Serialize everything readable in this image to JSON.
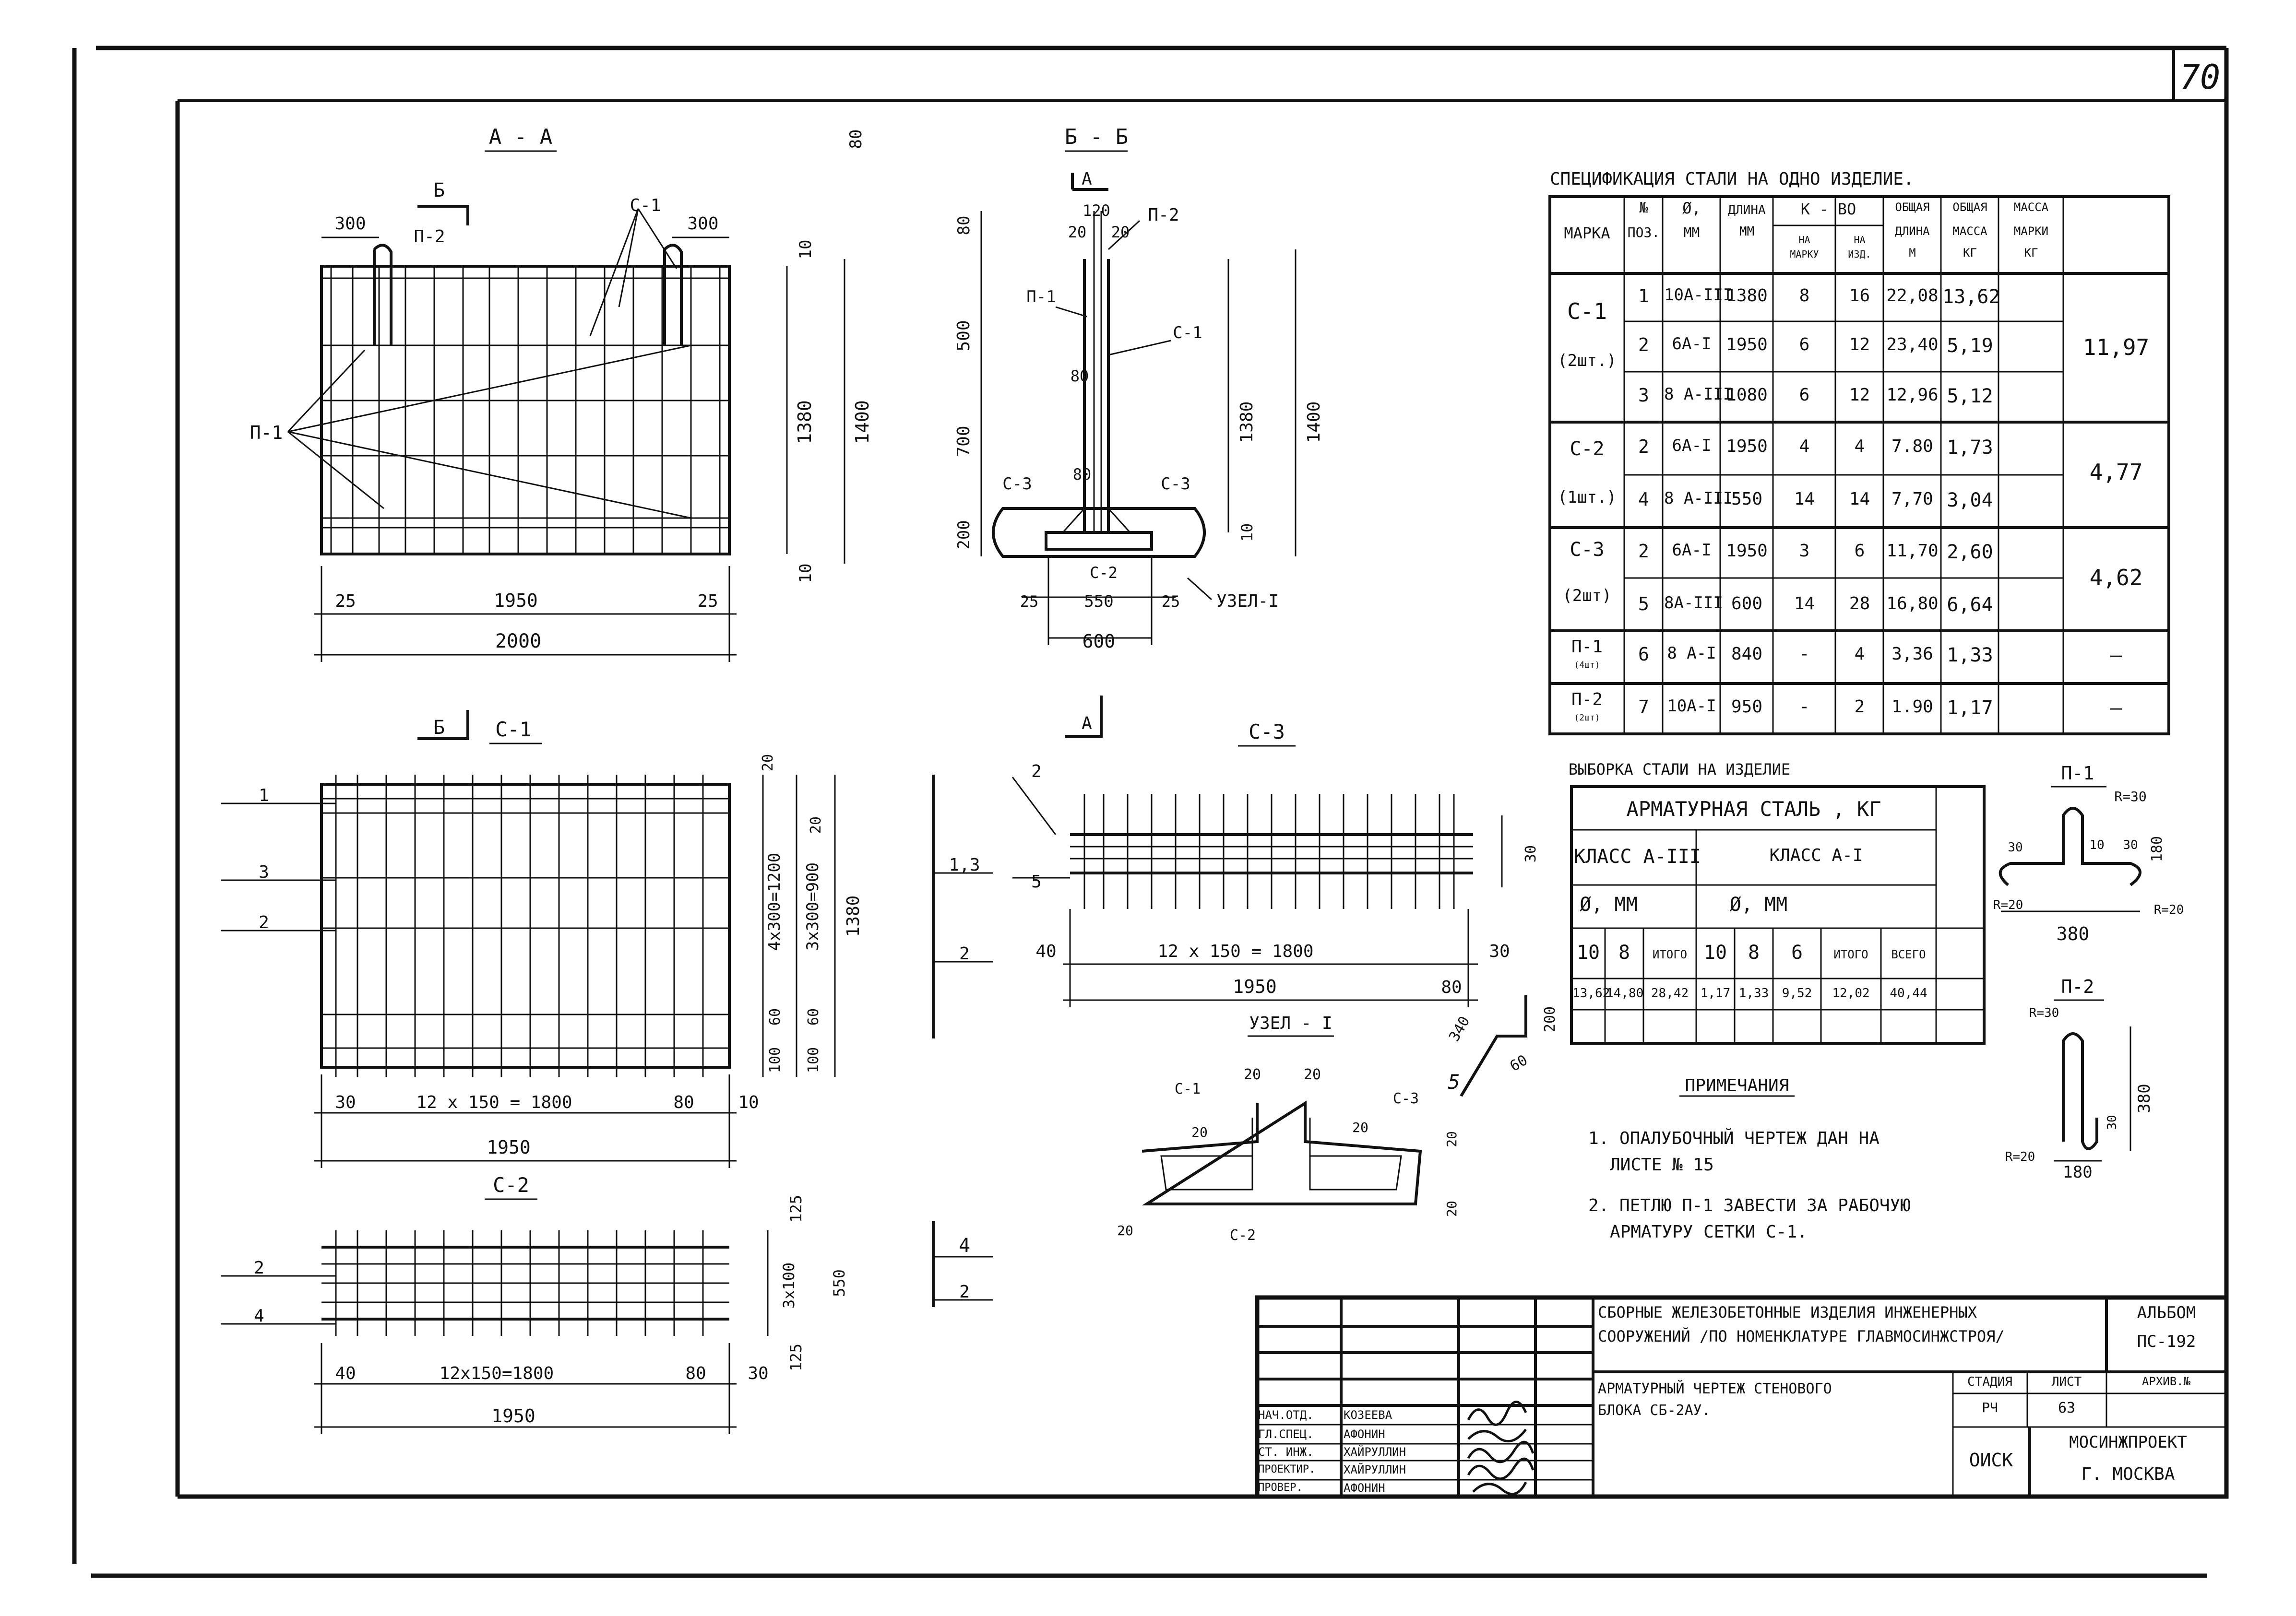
{
  "sheet_number": "70",
  "sections": {
    "aa": "А - А",
    "bb": "Б - Б",
    "c1": "С-1",
    "c2": "С-2",
    "c3": "С-3",
    "node1": "УЗЕЛ - I"
  },
  "section_marks": {
    "b": "Б",
    "a": "А"
  },
  "elements": {
    "c1": "С-1",
    "c2": "С-2",
    "c3": "С-3",
    "p1": "П-1",
    "p2": "П-2",
    "node": "УЗЕЛ-I"
  },
  "dims_aa": {
    "d300a": "300",
    "d300b": "300",
    "d10a": "10",
    "d1380": "1380",
    "d1400": "1400",
    "d10b": "10",
    "d25a": "25",
    "d1950": "1950",
    "d25b": "25",
    "d2000": "2000"
  },
  "dims_bb": {
    "d80": "80",
    "d120": "120",
    "d20a": "20",
    "d20b": "20",
    "d500": "500",
    "d80b": "80",
    "d700": "700",
    "d1380": "1380",
    "d1400": "1400",
    "d80c": "80",
    "d200": "200",
    "d10": "10",
    "d25a": "25",
    "d550": "550",
    "d25b": "25",
    "d600": "600"
  },
  "dims_c1": {
    "n1": "1",
    "n3": "3",
    "n2": "2",
    "d20": "20",
    "d4x300": "4х300=1200",
    "d20b": "20",
    "d3x300": "3х300=900",
    "d1380": "1380",
    "d60a": "60",
    "d60b": "60",
    "d100a": "100",
    "d100b": "100",
    "d30": "30",
    "d12x150": "12 х 150 = 1800",
    "d80": "80",
    "d10": "10",
    "d1950": "1950"
  },
  "dims_c2": {
    "n2": "2",
    "n4": "4",
    "d125a": "125",
    "d3x100": "3х100",
    "d550": "550",
    "d125b": "125",
    "d40": "40",
    "d12x150": "12х150=1800",
    "d80": "80",
    "d30": "30",
    "d1950": "1950"
  },
  "dims_c3": {
    "n2": "2",
    "n5": "5",
    "n13": "1,3",
    "n2b": "2",
    "d30": "30",
    "d40": "40",
    "d12x150": "12 х 150 = 1800",
    "d1950": "1950",
    "d80": "80",
    "d30b": "30",
    "d340": "340",
    "d60": "60",
    "d200": "200",
    "n5b": "5"
  },
  "dims_c2side": {
    "n4": "4",
    "n2": "2"
  },
  "dims_node": {
    "c1": "С-1",
    "d20a": "20",
    "d20b": "20",
    "c3": "С-3",
    "d20c": "20",
    "d20d": "20",
    "d20e": "20",
    "d20f": "20",
    "d20g": "20",
    "c2": "С-2"
  },
  "dims_p1": {
    "r30": "R=30",
    "d30": "30",
    "d10": "10",
    "d30b": "30",
    "d180": "180",
    "r20": "R=20",
    "r20b": "R=20",
    "d380": "380"
  },
  "dims_p2": {
    "r30": "R=30",
    "d30": "30",
    "d380": "380",
    "r20": "R=20",
    "d180": "180"
  },
  "spec": {
    "title": "СПЕЦИФИКАЦИЯ   СТАЛИ   НА ОДНО   ИЗДЕЛИЕ.",
    "headers": {
      "marka": "МАРКА",
      "pos": [
        "№",
        "ПОЗ."
      ],
      "dia": [
        "Ø,",
        "ММ"
      ],
      "length": [
        "ДЛИНА",
        "ММ"
      ],
      "qty": "К - ВО",
      "qty_mark": [
        "НА",
        "МАРКУ"
      ],
      "qty_item": [
        "НА",
        "ИЗД."
      ],
      "total_len": [
        "ОБЩАЯ",
        "ДЛИНА",
        "М"
      ],
      "total_mass": [
        "ОБЩАЯ",
        "МАССА",
        "КГ"
      ],
      "mass_mark": [
        "МАССА",
        "МАРКИ",
        "КГ"
      ]
    },
    "groups": [
      {
        "mark": "С-1",
        "count": "(2шт.)",
        "mass": "11,97",
        "rows": [
          {
            "pos": "1",
            "dia": "10А-III",
            "len": "1380",
            "qm": "8",
            "qi": "16",
            "tl": "22,08",
            "tm": "13,62"
          },
          {
            "pos": "2",
            "dia": "6А-I",
            "len": "1950",
            "qm": "6",
            "qi": "12",
            "tl": "23,40",
            "tm": "5,19"
          },
          {
            "pos": "3",
            "dia": "8 А-III",
            "len": "1080",
            "qm": "6",
            "qi": "12",
            "tl": "12,96",
            "tm": "5,12"
          }
        ]
      },
      {
        "mark": "С-2",
        "count": "(1шт.)",
        "mass": "4,77",
        "rows": [
          {
            "pos": "2",
            "dia": "6А-I",
            "len": "1950",
            "qm": "4",
            "qi": "4",
            "tl": "7.80",
            "tm": "1,73"
          },
          {
            "pos": "4",
            "dia": "8 А-III",
            "len": "550",
            "qm": "14",
            "qi": "14",
            "tl": "7,70",
            "tm": "3,04"
          }
        ]
      },
      {
        "mark": "С-3",
        "count": "(2шт)",
        "mass": "4,62",
        "rows": [
          {
            "pos": "2",
            "dia": "6А-I",
            "len": "1950",
            "qm": "3",
            "qi": "6",
            "tl": "11,70",
            "tm": "2,60"
          },
          {
            "pos": "5",
            "dia": "8А-III",
            "len": "600",
            "qm": "14",
            "qi": "28",
            "tl": "16,80",
            "tm": "6,64"
          }
        ]
      },
      {
        "mark": "П-1",
        "count": "(4шт)",
        "mass": "—",
        "rows": [
          {
            "pos": "6",
            "dia": "8 А-I",
            "len": "840",
            "qm": "-",
            "qi": "4",
            "tl": "3,36",
            "tm": "1,33"
          }
        ]
      },
      {
        "mark": "П-2",
        "count": "(2шт)",
        "mass": "—",
        "rows": [
          {
            "pos": "7",
            "dia": "10А-I",
            "len": "950",
            "qm": "-",
            "qi": "2",
            "tl": "1.90",
            "tm": "1,17"
          }
        ]
      }
    ]
  },
  "selection": {
    "title": "ВЫБОРКА СТАЛИ НА ИЗДЕЛИЕ",
    "header": "АРМАТУРНАЯ СТАЛЬ , КГ",
    "class3": "КЛАСС А-III",
    "class1": "КЛАСС А-I",
    "dia": "Ø, ММ",
    "cols": [
      "10",
      "8",
      "ИТОГО",
      "10",
      "8",
      "6",
      "ИТОГО",
      "ВСЕГО"
    ],
    "vals": [
      "13,62",
      "14,80",
      "28,42",
      "1,17",
      "1,33",
      "9,52",
      "12,02",
      "40,44"
    ]
  },
  "notes": {
    "title": "ПРИМЕЧАНИЯ",
    "n1a": "1. ОПАЛУБОЧНЫЙ  ЧЕРТЕЖ  ДАН  НА",
    "n1b": "ЛИСТЕ  № 15",
    "n2a": "2. ПЕТЛЮ  П-1  ЗАВЕСТИ  ЗА  РАБОЧУЮ",
    "n2b": "АРМАТУРУ  СЕТКИ  С-1."
  },
  "titleblock": {
    "project_a": "СБОРНЫЕ ЖЕЛЕЗОБЕТОННЫЕ ИЗДЕЛИЯ ИНЖЕНЕРНЫХ",
    "project_b": "СООРУЖЕНИЙ /ПО НОМЕНКЛАТУРЕ ГЛАВМОСИНЖСТРОЯ/",
    "album": "АЛЬБОМ",
    "album_no": "ПС-192",
    "drawing_a": "АРМАТУРНЫЙ  ЧЕРТЕЖ  СТЕНОВОГО",
    "drawing_b": "БЛОКА СБ-2АУ.",
    "stage_h": "СТАДИЯ",
    "sheet_h": "ЛИСТ",
    "archive_h": "АРХИВ.№",
    "stage": "РЧ",
    "sheet": "63",
    "dept": "ОИСК",
    "org_a": "МОСИНЖПРОЕКТ",
    "org_b": "Г. МОСКВА",
    "people": [
      {
        "role": "НАЧ.ОТД.",
        "name": "КОЗЕЕВА"
      },
      {
        "role": "ГЛ.СПЕЦ.",
        "name": "АФОНИН"
      },
      {
        "role": "СТ. ИНЖ.",
        "name": "ХАЙРУЛЛИН"
      },
      {
        "role": "ПРОЕКТИР.",
        "name": "ХАЙРУЛЛИН"
      },
      {
        "role": "ПРОВЕР.",
        "name": "АФОНИН"
      }
    ]
  }
}
